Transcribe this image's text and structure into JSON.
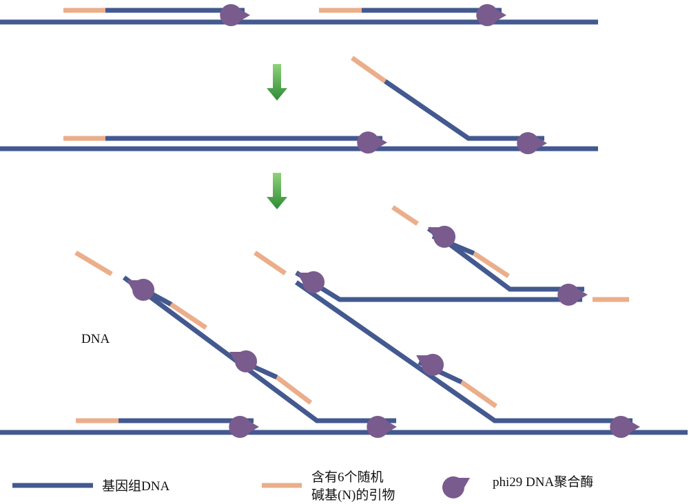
{
  "colors": {
    "genomic_dna": "#43598F",
    "primer": "#EBAE8A",
    "polymerase": "#7A5B8E",
    "arrow_light": "#8FD27A",
    "arrow_dark": "#2E8B35"
  },
  "labels": {
    "dna_label": "DNA"
  },
  "legend": {
    "genomic_dna": "基因组DNA",
    "primer_line1": "含有6个随机",
    "primer_line2": "碱基(N)的引物",
    "polymerase": "phi29 DNA聚合酶"
  }
}
